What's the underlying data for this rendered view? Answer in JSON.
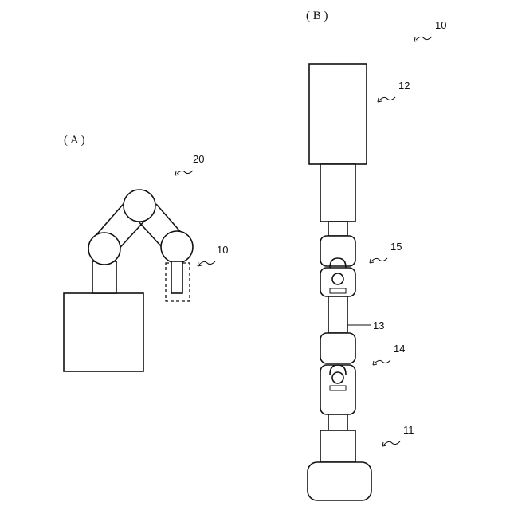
{
  "panel_a": {
    "label": "( A )",
    "ref_robot": "20",
    "ref_tool": "10"
  },
  "panel_b": {
    "label": "( B )",
    "ref_assembly": "10",
    "ref_top_block": "12",
    "ref_upper_joint": "15",
    "ref_shaft": "13",
    "ref_lower_joint": "14",
    "ref_bottom_base": "11"
  }
}
